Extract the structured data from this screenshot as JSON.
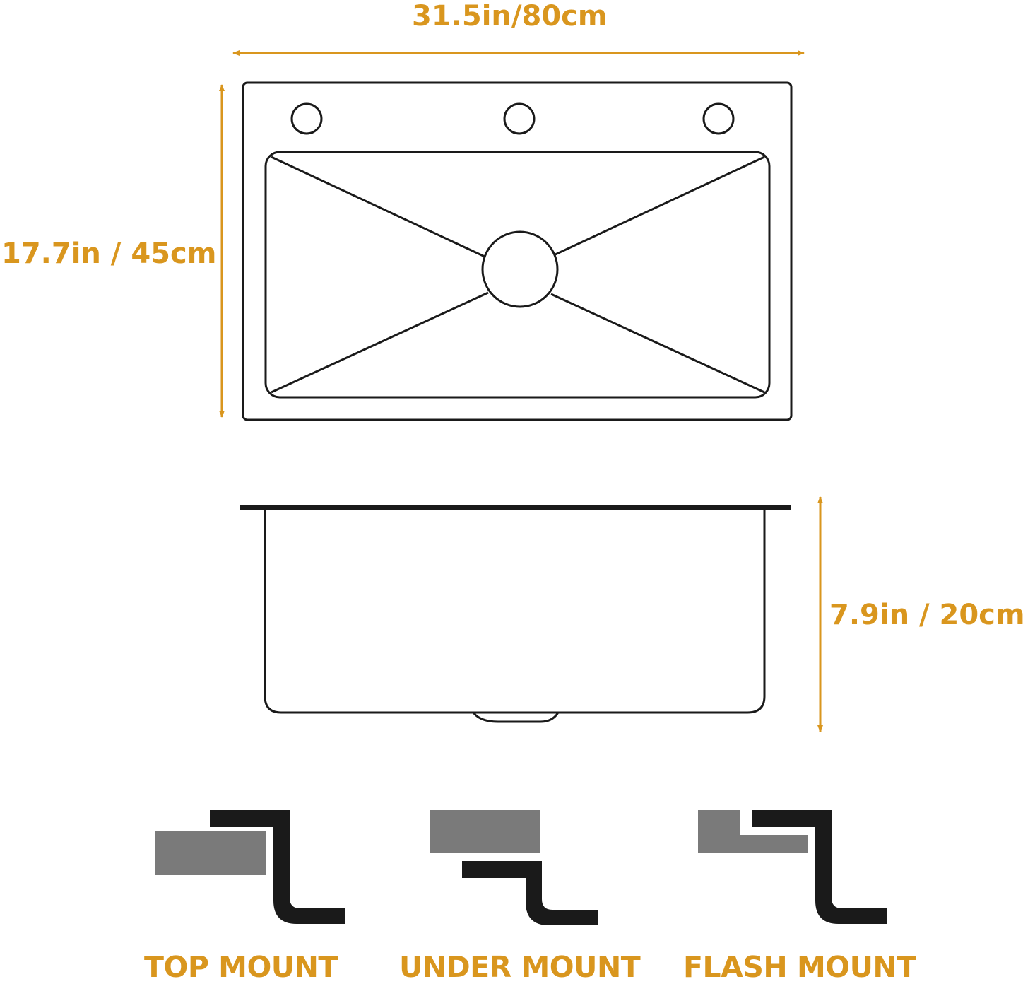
{
  "colors": {
    "accent": "#D9961E",
    "line": "#1a1a1a",
    "counter": "#7a7a7a",
    "background": "#ffffff"
  },
  "dimensions": {
    "width_label": "31.5in/80cm",
    "length_label": "17.7in / 45cm",
    "depth_label": "7.9in / 20cm"
  },
  "mounts": [
    {
      "label": "TOP MOUNT"
    },
    {
      "label": "UNDER MOUNT"
    },
    {
      "label": "FLASH MOUNT"
    }
  ]
}
